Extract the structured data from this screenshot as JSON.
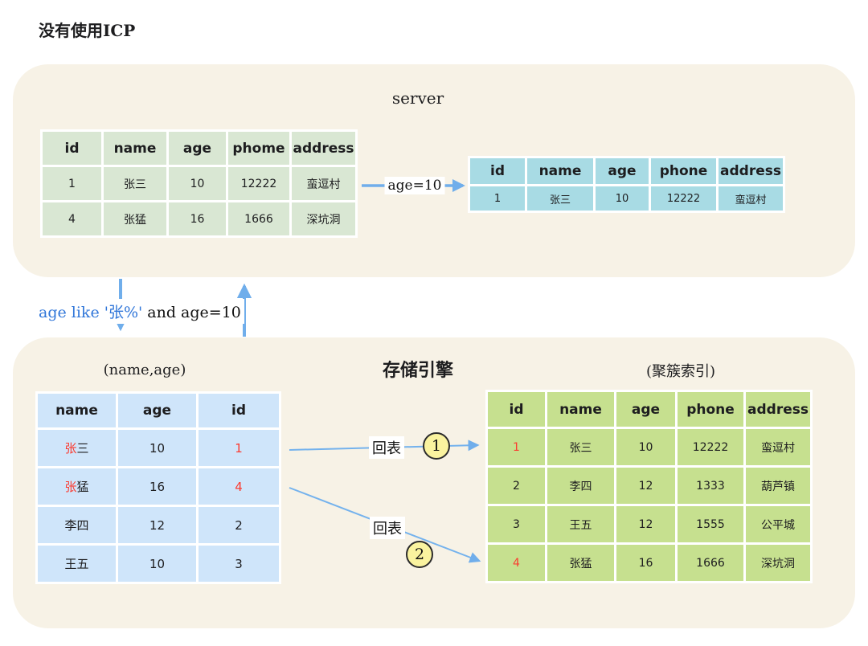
{
  "page": {
    "title": "没有使用ICP"
  },
  "colors": {
    "box_background": "#f7f2e6",
    "server_source_cell": "#d9e7d3",
    "server_result_cell": "#a8dbe4",
    "secondary_index_cell": "#cfe5fa",
    "clustered_index_cell": "#c6e08f",
    "arrow_blue": "#70aeeb",
    "highlight_red": "#fb3b30",
    "query_blue": "#3076d9",
    "step_badge_yellow": "#faf39f"
  },
  "server_box": {
    "label": "server",
    "filter_label": "age=10",
    "source_table": {
      "headers": [
        "id",
        "name",
        "age",
        "phome",
        "address"
      ],
      "rows": [
        [
          "1",
          "张三",
          "10",
          "12222",
          "蛮逗村"
        ],
        [
          "4",
          "张猛",
          "16",
          "1666",
          "深坑洞"
        ]
      ]
    },
    "result_table": {
      "headers": [
        "id",
        "name",
        "age",
        "phone",
        "address"
      ],
      "rows": [
        [
          "1",
          "张三",
          "10",
          "12222",
          "蛮逗村"
        ]
      ]
    }
  },
  "query": {
    "condition_blue": "age like '张%'",
    "condition_black": " and age=10"
  },
  "engine_box": {
    "label": "存储引擎",
    "secondary_index": {
      "caption": "(name,age)",
      "headers": [
        "name",
        "age",
        "id"
      ],
      "rows": [
        [
          [
            {
              "text": "张",
              "red": true
            },
            {
              "text": "三"
            }
          ],
          "10",
          [
            {
              "text": "1",
              "red": true
            }
          ]
        ],
        [
          [
            {
              "text": "张",
              "red": true
            },
            {
              "text": "猛"
            }
          ],
          "16",
          [
            {
              "text": "4",
              "red": true
            }
          ]
        ],
        [
          "李四",
          "12",
          "2"
        ],
        [
          "王五",
          "10",
          "3"
        ]
      ]
    },
    "clustered_index": {
      "caption": "(聚簇索引)",
      "headers": [
        "id",
        "name",
        "age",
        "phone",
        "address"
      ],
      "rows": [
        [
          [
            {
              "text": "1",
              "red": true
            }
          ],
          "张三",
          "10",
          "12222",
          "蛮逗村"
        ],
        [
          "2",
          "李四",
          "12",
          "1333",
          "葫芦镇"
        ],
        [
          "3",
          "王五",
          "12",
          "1555",
          "公平城"
        ],
        [
          [
            {
              "text": "4",
              "red": true
            }
          ],
          "张猛",
          "16",
          "1666",
          "深坑洞"
        ]
      ]
    },
    "back_arrow_1": {
      "label": "回表",
      "step": "1"
    },
    "back_arrow_2": {
      "label": "回表",
      "step": "2"
    }
  }
}
